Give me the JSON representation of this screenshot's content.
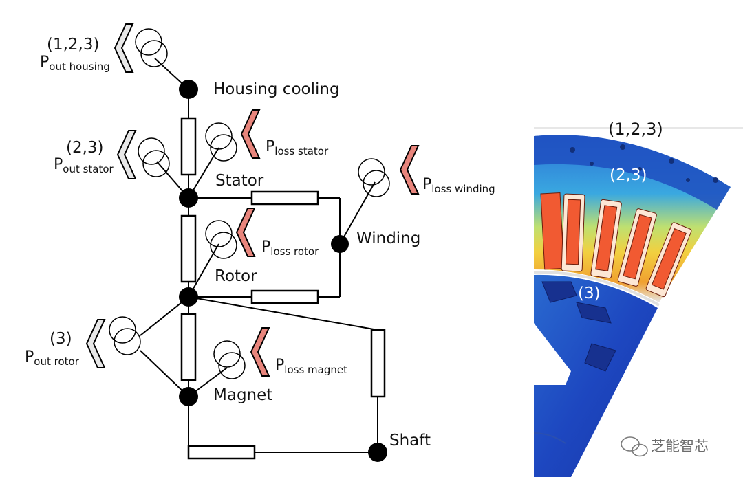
{
  "nodes": {
    "housing": "Housing cooling",
    "stator": "Stator",
    "rotor": "Rotor",
    "winding": "Winding",
    "magnet": "Magnet",
    "shaft": "Shaft"
  },
  "out_sources": {
    "housing": {
      "mark": "(1,2,3)",
      "symbol": "P",
      "subscript": "out housing"
    },
    "stator": {
      "mark": "(2,3)",
      "symbol": "P",
      "subscript": "out stator"
    },
    "rotor": {
      "mark": "(3)",
      "symbol": "P",
      "subscript": "out rotor"
    }
  },
  "loss_sources": {
    "stator": {
      "symbol": "P",
      "subscript": "loss stator"
    },
    "rotor": {
      "symbol": "P",
      "subscript": "loss rotor"
    },
    "winding": {
      "symbol": "P",
      "subscript": "loss winding"
    },
    "magnet": {
      "symbol": "P",
      "subscript": "loss magnet"
    }
  },
  "fem": {
    "mark_outer": "(1,2,3)",
    "mark_stator": "(2,3)",
    "mark_rotor": "(3)"
  },
  "watermark": "芝能智芯",
  "colors": {
    "loss_arrow": "#e8857c",
    "out_arrow": "#e8e8e8",
    "node": "#000000",
    "fem_cold": "#1d3fb8",
    "fem_hot": "#ef4a2a"
  }
}
